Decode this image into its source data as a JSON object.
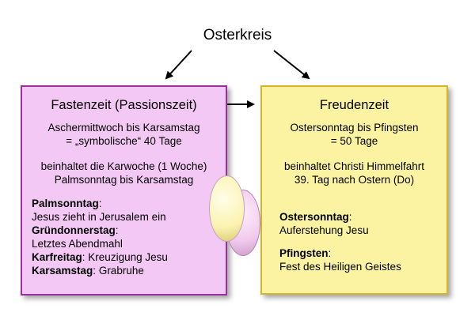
{
  "title": "Osterkreis",
  "left": {
    "title": "Fastenzeit (Passionszeit)",
    "line1": "Aschermittwoch bis Karsamstag",
    "line2": "= „symbolische“ 40 Tage",
    "line3": "beinhaltet die Karwoche (1 Woche)",
    "line4": "Palmsonntag bis Karsamstag",
    "items": [
      {
        "name": "Palmsonntag",
        "sep": ":",
        "text": ""
      },
      {
        "name": "",
        "sep": "",
        "text": "Jesus zieht in Jerusalem ein"
      },
      {
        "name": "Gründonnerstag",
        "sep": ":",
        "text": ""
      },
      {
        "name": "",
        "sep": "",
        "text": "Letztes Abendmahl"
      },
      {
        "name": "Karfreitag",
        "sep": ":",
        "text": " Kreuzigung Jesu"
      },
      {
        "name": "Karsamstag",
        "sep": ":",
        "text": " Grabruhe"
      }
    ]
  },
  "right": {
    "title": "Freudenzeit",
    "line1": "Ostersonntag bis Pfingsten",
    "line2": "= 50 Tage",
    "line3": "beinhaltet Christi Himmelfahrt",
    "line4": "39. Tag nach Ostern (Do)",
    "items": [
      {
        "name": "Ostersonntag",
        "sep": ":",
        "text": ""
      },
      {
        "name": "",
        "sep": "",
        "text": "Auferstehung Jesu"
      },
      {
        "name": "Pfingsten",
        "sep": ":",
        "text": ""
      },
      {
        "name": "",
        "sep": "",
        "text": "Fest des Heiligen Geistes"
      }
    ]
  },
  "colors": {
    "left_fill": "#f4c8f4",
    "left_border": "#9b2ea0",
    "right_fill": "#fbf2a2",
    "right_border": "#d4b428",
    "egg_yellow": "#fbf3b0",
    "egg_pink": "#f2c9ee"
  }
}
